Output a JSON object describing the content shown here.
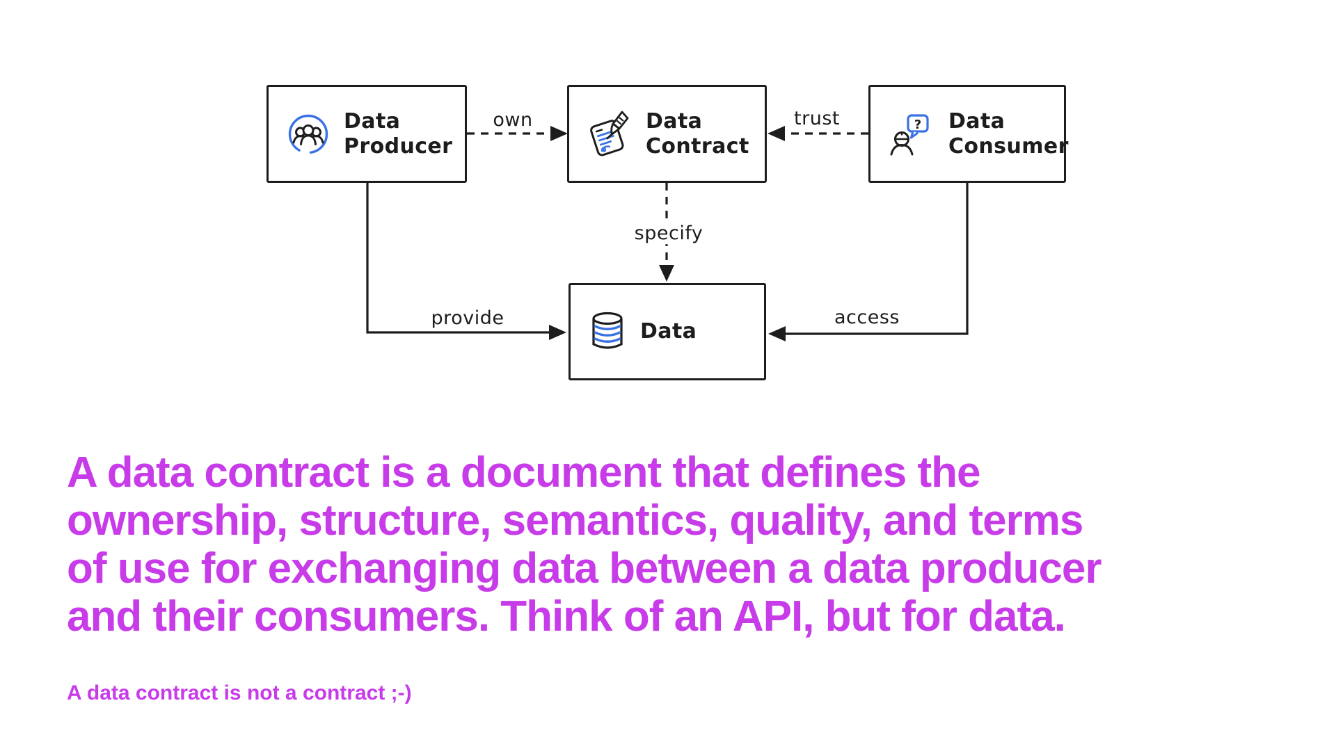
{
  "colors": {
    "ink": "#1d1d1d",
    "blue": "#3a72e4",
    "magenta": "#c73be8"
  },
  "diagram": {
    "nodes": {
      "producer": {
        "label": "Data\nProducer",
        "icon": "users-icon"
      },
      "contract": {
        "label": "Data\nContract",
        "icon": "contract-signing-icon"
      },
      "consumer": {
        "label": "Data\nConsumer",
        "icon": "person-question-icon",
        "bubble_char": "?"
      },
      "data": {
        "label": "Data",
        "icon": "database-icon"
      }
    },
    "edges": {
      "own": {
        "label": "own",
        "style": "dashed",
        "from": "producer",
        "to": "contract"
      },
      "trust": {
        "label": "trust",
        "style": "dashed",
        "from": "consumer",
        "to": "contract"
      },
      "specify": {
        "label": "specify",
        "style": "dashed",
        "from": "contract",
        "to": "data"
      },
      "provide": {
        "label": "provide",
        "style": "solid",
        "from": "producer",
        "to": "data"
      },
      "access": {
        "label": "access",
        "style": "solid",
        "from": "consumer",
        "to": "data"
      }
    }
  },
  "caption": {
    "text": "A data contract is a document that defines the\nownership, structure, semantics, quality, and terms\nof use for exchanging data between a data producer\nand their consumers. Think of an API, but for data."
  },
  "footnote": {
    "text": "A data contract is not a contract ;-)"
  }
}
